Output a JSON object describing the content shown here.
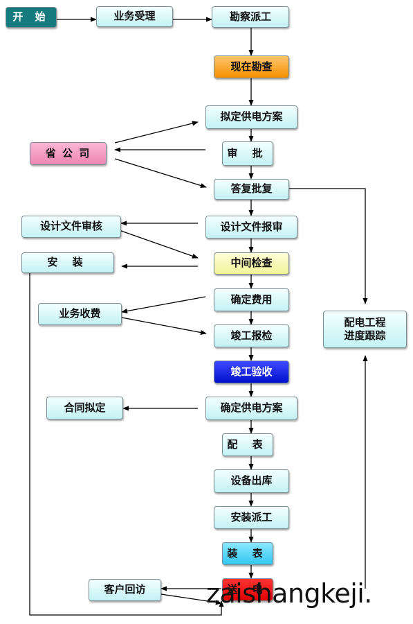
{
  "nodes": {
    "start": "开 始",
    "business_acceptance": "业务受理",
    "survey_dispatch": "勘察派工",
    "onsite_survey": "现在勘查",
    "draft_supply_plan": "拟定供电方案",
    "approval": "审 批",
    "provincial_company": "省 公 司",
    "reply_approval": "答复批复",
    "design_doc_review": "设计文件审核",
    "design_doc_submit": "设计文件报审",
    "install": "安 装",
    "midterm_inspection": "中间检查",
    "confirm_fees": "确定费用",
    "business_charge": "业务收费",
    "completion_report": "竣工报检",
    "distribution_progress_line1": "配电工程",
    "distribution_progress_line2": "进度跟踪",
    "completion_acceptance": "竣工验收",
    "confirm_supply_plan": "确定供电方案",
    "contract_draft": "合同拟定",
    "meter_assign": "配 表",
    "equipment_outbound": "设备出库",
    "install_dispatch": "安装派工",
    "meter_install": "装 表",
    "power_on": "送 电",
    "customer_visit": "客户回访"
  },
  "watermark": "zaishangkeji."
}
